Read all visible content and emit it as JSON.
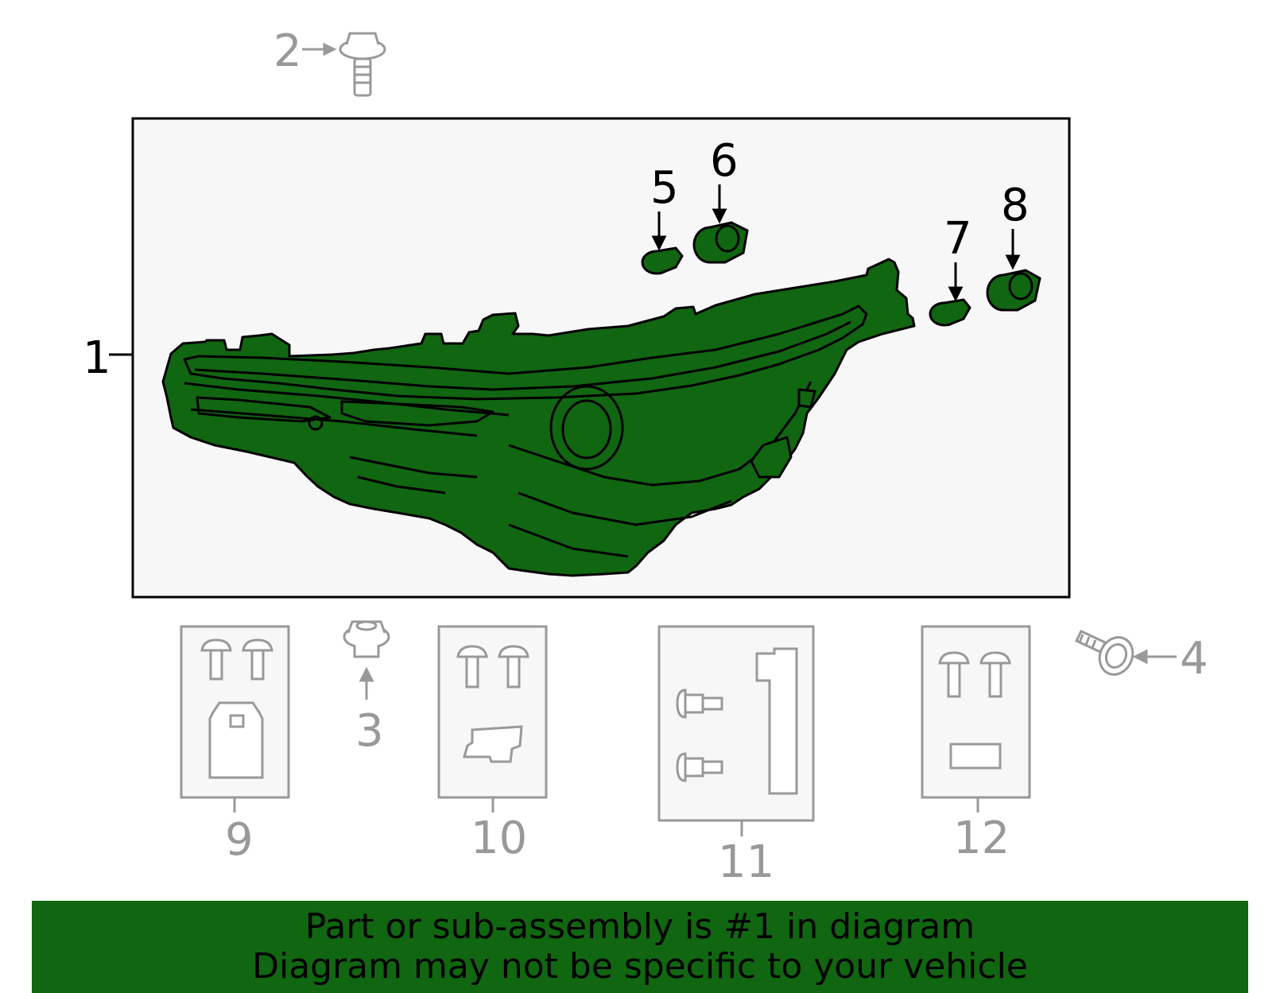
{
  "colors": {
    "part_fill": "#116611",
    "outline": "#000000",
    "grey": "#999999",
    "panel_bg": "#f7f7f7",
    "banner_bg": "#116611"
  },
  "callouts": {
    "n1": "1",
    "n2": "2",
    "n3": "3",
    "n4": "4",
    "n5": "5",
    "n6": "6",
    "n7": "7",
    "n8": "8",
    "n9": "9",
    "n10": "10",
    "n11": "11",
    "n12": "12"
  },
  "icons": [
    "headlamp-assembly",
    "bolt",
    "clip-nut",
    "screw",
    "bulb",
    "socket",
    "repair-kit"
  ],
  "banner": {
    "line1": "Part or sub-assembly is #1 in diagram",
    "line2": "Diagram may not be specific to your vehicle"
  }
}
